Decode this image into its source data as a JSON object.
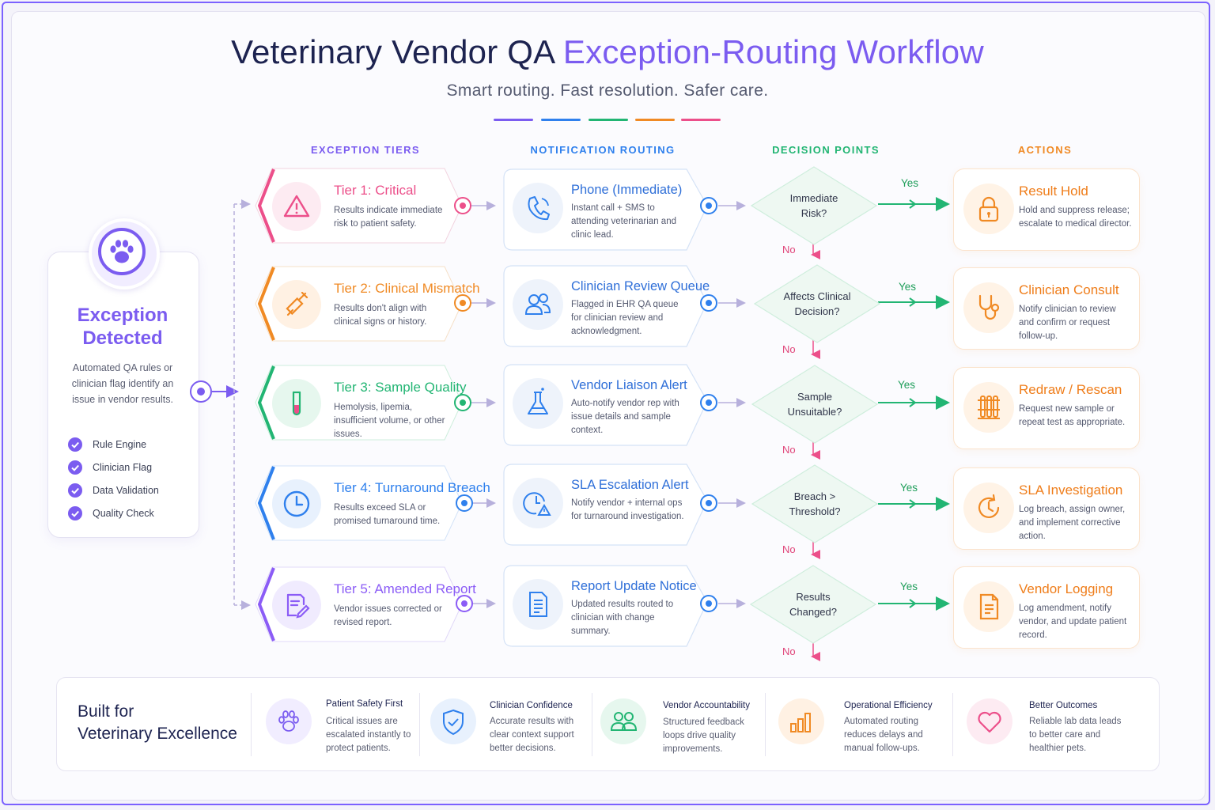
{
  "header": {
    "title_main": "Veterinary Vendor QA ",
    "title_accent": "Exception-Routing Workflow",
    "subtitle": "Smart routing. Fast resolution. Safer care."
  },
  "colors": {
    "purple": "#7b5cf0",
    "blue": "#2f80ed",
    "green": "#22b573",
    "orange": "#f08a24",
    "pink": "#ec4f8a",
    "navy": "#1d2350"
  },
  "columns": {
    "tiers": "EXCEPTION TIERS",
    "routing": "NOTIFICATION ROUTING",
    "decisions": "DECISION POINTS",
    "actions": "ACTIONS"
  },
  "start": {
    "icon": "paw-icon",
    "title_line1": "Exception",
    "title_line2": "Detected",
    "desc": "Automated QA rules or clinician flag identify an issue in vendor results.",
    "checks": [
      "Rule Engine",
      "Clinician Flag",
      "Data Validation",
      "Quality Check"
    ]
  },
  "tiers": [
    {
      "title": "Tier 1: Critical",
      "desc": "Results indicate immediate risk to patient safety.",
      "icon": "warning-icon",
      "color": "#ec4f8a"
    },
    {
      "title": "Tier 2: Clinical Mismatch",
      "desc": "Results don't align with clinical signs or history.",
      "icon": "syringe-icon",
      "color": "#f08a24"
    },
    {
      "title": "Tier 3: Sample Quality",
      "desc": "Hemolysis, lipemia, insufficient volume, or other issues.",
      "icon": "test-tube-icon",
      "color": "#22b573"
    },
    {
      "title": "Tier 4: Turnaround Breach",
      "desc": "Results exceed SLA or promised turnaround time.",
      "icon": "clock-icon",
      "color": "#2f80ed"
    },
    {
      "title": "Tier 5: Amended Report",
      "desc": "Vendor issues corrected or revised report.",
      "icon": "edit-document-icon",
      "color": "#8b5cf6"
    }
  ],
  "routing": [
    {
      "title": "Phone (Immediate)",
      "desc": "Instant call + SMS to attending veterinarian and clinic lead.",
      "icon": "phone-icon"
    },
    {
      "title": "Clinician Review Queue",
      "desc": "Flagged in EHR QA queue for clinician review and acknowledgment.",
      "icon": "users-icon"
    },
    {
      "title": "Vendor Liaison Alert",
      "desc": "Auto-notify vendor rep with issue details and sample context.",
      "icon": "flask-icon"
    },
    {
      "title": "SLA Escalation Alert",
      "desc": "Notify vendor + internal ops for turnaround investigation.",
      "icon": "clock-alert-icon"
    },
    {
      "title": "Report Update Notice",
      "desc": "Updated results routed to clinician with change summary.",
      "icon": "document-icon"
    }
  ],
  "decisions": [
    {
      "line1": "Immediate",
      "line2": "Risk?"
    },
    {
      "line1": "Affects Clinical",
      "line2": "Decision?"
    },
    {
      "line1": "Sample",
      "line2": "Unsuitable?"
    },
    {
      "line1": "Breach >",
      "line2": "Threshold?"
    },
    {
      "line1": "Results",
      "line2": "Changed?"
    }
  ],
  "labels": {
    "yes": "Yes",
    "no": "No"
  },
  "actions": [
    {
      "title": "Result Hold",
      "desc": "Hold and suppress release; escalate to medical director.",
      "icon": "lock-icon"
    },
    {
      "title": "Clinician Consult",
      "desc": "Notify clinician to review and confirm or request follow-up.",
      "icon": "stethoscope-icon"
    },
    {
      "title": "Redraw / Rescan",
      "desc": "Request new sample or repeat test as appropriate.",
      "icon": "test-tubes-icon"
    },
    {
      "title": "SLA Investigation",
      "desc": "Log breach, assign owner, and implement corrective action.",
      "icon": "clock-refresh-icon"
    },
    {
      "title": "Vendor Logging",
      "desc": "Log amendment, notify vendor, and update patient record.",
      "icon": "log-document-icon"
    }
  ],
  "footer": {
    "title_line1": "Built for",
    "title_line2": "Veterinary Excellence",
    "items": [
      {
        "title": "Patient Safety First",
        "desc": "Critical issues are escalated instantly to protect patients.",
        "icon": "paw-icon"
      },
      {
        "title": "Clinician Confidence",
        "desc": "Accurate results with clear context support better decisions.",
        "icon": "shield-check-icon"
      },
      {
        "title": "Vendor Accountability",
        "desc": "Structured feedback loops drive quality improvements.",
        "icon": "users-icon"
      },
      {
        "title": "Operational Efficiency",
        "desc": "Automated routing reduces delays and manual follow-ups.",
        "icon": "bar-chart-icon"
      },
      {
        "title": "Better Outcomes",
        "desc": "Reliable lab data leads to better care and healthier pets.",
        "icon": "heart-icon"
      }
    ]
  }
}
